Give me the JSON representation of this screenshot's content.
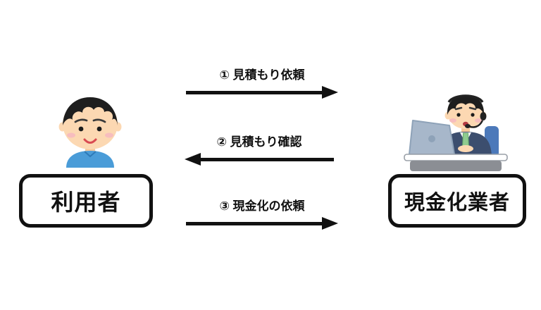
{
  "diagram": {
    "background": "#ffffff",
    "actors": {
      "user": {
        "label": "利用者",
        "illustration": "young-man-blue-shirt"
      },
      "operator": {
        "label": "現金化業者",
        "illustration": "call-center-operator-with-headset-at-laptop-desk"
      }
    },
    "arrows": [
      {
        "label": "① 見積もり依頼",
        "direction": "right"
      },
      {
        "label": "② 見積もり確認",
        "direction": "left"
      },
      {
        "label": "③ 現金化の依頼",
        "direction": "right"
      }
    ],
    "colors": {
      "arrow": "#111111",
      "box_border": "#111111",
      "text": "#111111",
      "skin": "#fcd8b2",
      "skin_shadow": "#f5c79a",
      "hair": "#1e1e1e",
      "shirt_blue": "#4a9cd8",
      "suit_navy": "#3c4e6e",
      "tie_green": "#8fcb8f",
      "laptop_gray": "#a7b7ca",
      "laptop_dark": "#8ea2b8",
      "desk_front_gray": "#8b8e94",
      "chair_blue": "#4c79ba",
      "blush_pink": "#f7bdbe",
      "mouth_red": "#d94a52",
      "headset_black": "#222222"
    }
  }
}
